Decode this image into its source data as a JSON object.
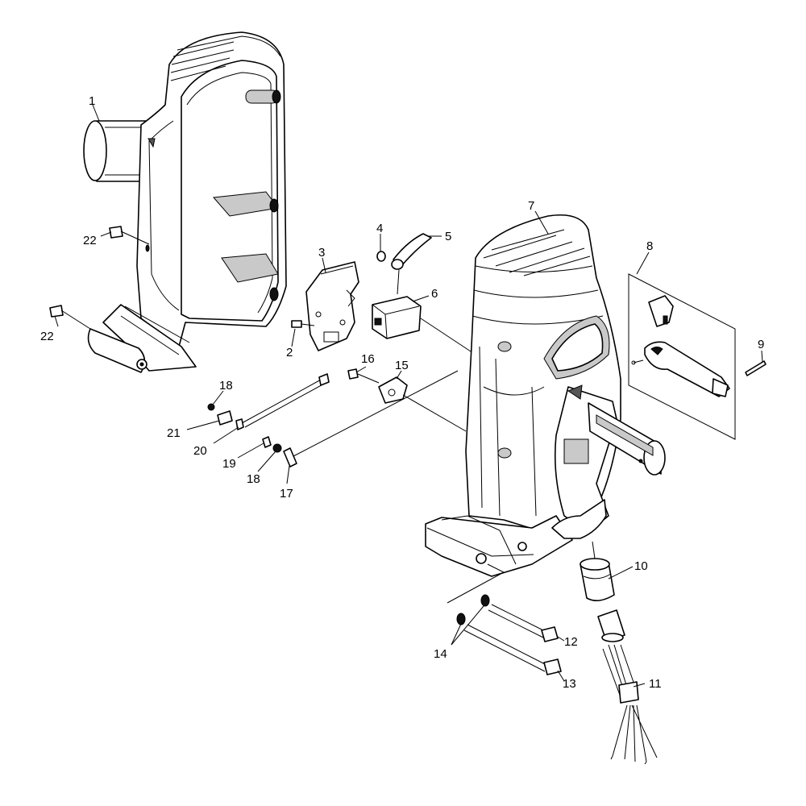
{
  "diagram": {
    "type": "exploded-parts-diagram",
    "callouts": [
      {
        "id": "c1",
        "label": "1"
      },
      {
        "id": "c2",
        "label": "2"
      },
      {
        "id": "c3",
        "label": "3"
      },
      {
        "id": "c4",
        "label": "4"
      },
      {
        "id": "c5",
        "label": "5"
      },
      {
        "id": "c6",
        "label": "6"
      },
      {
        "id": "c7",
        "label": "7"
      },
      {
        "id": "c8",
        "label": "8"
      },
      {
        "id": "c9",
        "label": "9"
      },
      {
        "id": "c10",
        "label": "10"
      },
      {
        "id": "c11",
        "label": "11"
      },
      {
        "id": "c12",
        "label": "12"
      },
      {
        "id": "c13",
        "label": "13"
      },
      {
        "id": "c14",
        "label": "14"
      },
      {
        "id": "c15",
        "label": "15"
      },
      {
        "id": "c16",
        "label": "16"
      },
      {
        "id": "c17",
        "label": "17"
      },
      {
        "id": "c18a",
        "label": "18"
      },
      {
        "id": "c18b",
        "label": "18"
      },
      {
        "id": "c19",
        "label": "19"
      },
      {
        "id": "c20",
        "label": "20"
      },
      {
        "id": "c21",
        "label": "21"
      },
      {
        "id": "c22a",
        "label": "22"
      },
      {
        "id": "c22b",
        "label": "22"
      }
    ]
  }
}
